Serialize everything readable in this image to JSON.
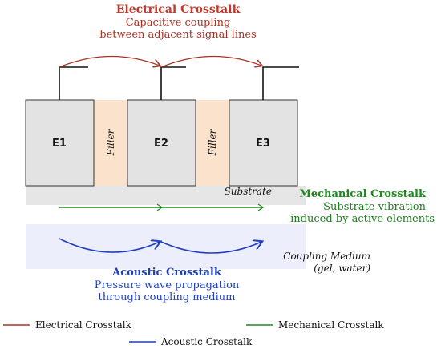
{
  "electrical": {
    "title": "Electrical Crosstalk",
    "line1": "Capacitive coupling",
    "line2": "between adjacent signal lines",
    "color": "#c0392b"
  },
  "mechanical": {
    "title": "Mechanical Crosstalk",
    "line1": "Substrate vibration",
    "line2": "induced by active elements",
    "color": "#1e8a1e"
  },
  "acoustic": {
    "title": "Acoustic Crosstalk",
    "line1": "Pressure wave propagation",
    "line2": "through coupling medium",
    "color": "#1f3fbf"
  },
  "elements": {
    "e1": "E1",
    "e2": "E2",
    "e3": "E3",
    "filler": "Filler"
  },
  "substrate_label": "Substrate",
  "coupling_medium": {
    "line1": "Coupling Medium",
    "line2": "(gel, water)"
  },
  "legend": {
    "electrical": "Electrical Crosstalk",
    "mechanical": "Mechanical Crosstalk",
    "acoustic": "Acoustic Crosstalk"
  }
}
